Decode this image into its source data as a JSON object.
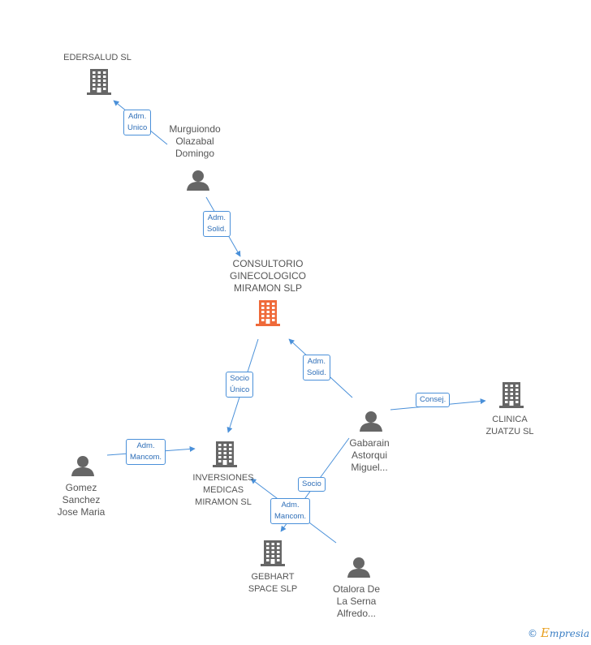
{
  "colors": {
    "edge": "#4a90d9",
    "node_icon": "#666666",
    "main_icon": "#ef6a3a",
    "label_text": "#555555"
  },
  "nodes": {
    "edersalud": {
      "type": "company",
      "label": "EDERSALUD SL",
      "icon": "building-icon"
    },
    "murguiondo": {
      "type": "person",
      "label": "Murguiondo\nOlazabal\nDomingo",
      "icon": "person-icon"
    },
    "consultorio": {
      "type": "main-company",
      "label": "CONSULTORIO\nGINECOLOGICO\nMIRAMON SLP",
      "icon": "building-icon"
    },
    "clinica": {
      "type": "company",
      "label": "CLINICA\nZUATZU SL",
      "icon": "building-icon"
    },
    "gabarain": {
      "type": "person",
      "label": "Gabarain\nAstorqui\nMiguel...",
      "icon": "person-icon"
    },
    "inversiones": {
      "type": "company",
      "label": "INVERSIONES\nMEDICAS\nMIRAMON SL",
      "icon": "building-icon"
    },
    "gomez": {
      "type": "person",
      "label": "Gomez\nSanchez\nJose Maria",
      "icon": "person-icon"
    },
    "gebhart": {
      "type": "company",
      "label": "GEBHART\nSPACE SLP",
      "icon": "building-icon"
    },
    "otalora": {
      "type": "person",
      "label": "Otalora De\nLa Serna\nAlfredo...",
      "icon": "person-icon"
    }
  },
  "edges": {
    "murg_ederos": {
      "label": "Adm.\nUnico"
    },
    "murg_consultorio": {
      "label": "Adm.\nSolid."
    },
    "gab_consultorio": {
      "label": "Adm.\nSolid."
    },
    "consultorio_inversiones": {
      "label": "Socio\nÚnico"
    },
    "gab_clinica": {
      "label": "Consej."
    },
    "gomez_inversiones": {
      "label": "Adm.\nMancom."
    },
    "gab_gebhart": {
      "label": "Socio"
    },
    "otalora_inversiones": {
      "label": "Adm.\nMancom."
    }
  },
  "watermark": {
    "copyright": "©",
    "brand_initial": "E",
    "brand_rest": "mpresia"
  }
}
